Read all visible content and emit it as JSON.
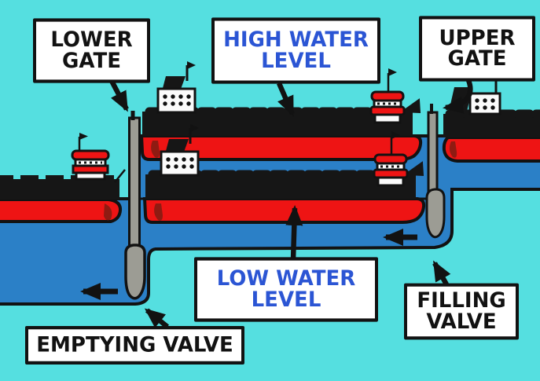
{
  "labels": {
    "lower_gate": {
      "line1": "LOWER",
      "line2": "GATE"
    },
    "high_water_level": {
      "line1": "HIGH WATER",
      "line2": "LEVEL"
    },
    "upper_gate": {
      "line1": "UPPER",
      "line2": "GATE"
    },
    "low_water_level": {
      "line1": "LOW WATER",
      "line2": "LEVEL"
    },
    "filling_valve": {
      "line1": "FILLING",
      "line2": "VALVE"
    },
    "emptying_valve": {
      "line1": "EMPTYING VALVE"
    }
  },
  "colors": {
    "background": "#55dfe0",
    "water": "#2b80c7",
    "ship_red": "#ee1414",
    "hull_shadow": "#8f1b12",
    "ship_dark": "#161616",
    "gate_gray": "#9c9c94",
    "outline": "#121212",
    "label_bg": "#ffffff",
    "text_blue": "#2b55d4",
    "text_black": "#121212",
    "white": "#fbfbfb"
  }
}
